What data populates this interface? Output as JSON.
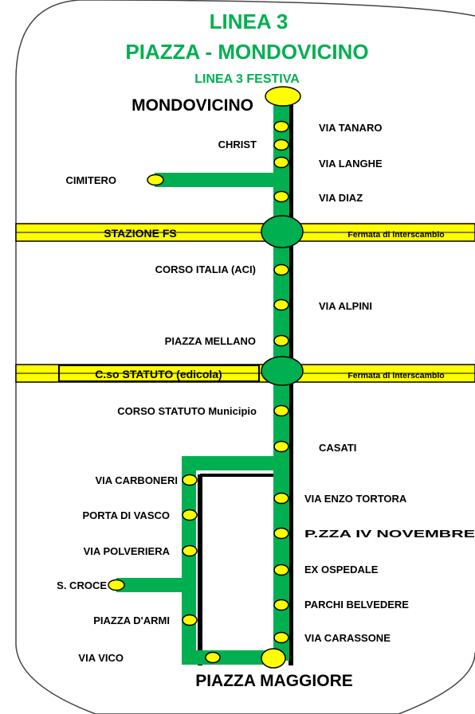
{
  "header": {
    "title": "LINEA 3",
    "subtitle": "PIAZZA - MONDOVICINO",
    "service": "LINEA 3 FESTIVA"
  },
  "terminals": {
    "start": "MONDOVICINO",
    "end": "PIAZZA MAGGIORE"
  },
  "interchanges": [
    {
      "name": "STAZIONE FS",
      "note": "Fermata di interscambio"
    },
    {
      "name": "C.so STATUTO (edicola)",
      "note": "Fermata di interscambio"
    }
  ],
  "stops_right": [
    "VIA TANARO",
    "VIA LANGHE",
    "VIA DIAZ",
    "VIA ALPINI",
    "CASATI",
    "VIA ENZO TORTORA",
    "P.ZZA IV NOVEMBRE",
    "EX OSPEDALE",
    "PARCHI BELVEDERE",
    "VIA CARASSONE"
  ],
  "stops_left": [
    "CHRIST",
    "CIMITERO",
    "CORSO ITALIA (ACI)",
    "PIAZZA MELLANO",
    "CORSO STATUTO Municipio",
    "VIA CARBONERI",
    "PORTA DI VASCO",
    "VIA POLVERIERA",
    "S. CROCE",
    "PIAZZA D'ARMI",
    "VIA VICO"
  ],
  "colors": {
    "route": "#00b050",
    "stop": "#ffff00",
    "banner": "#ffff00",
    "title": "#00b050",
    "label": "#000000"
  }
}
